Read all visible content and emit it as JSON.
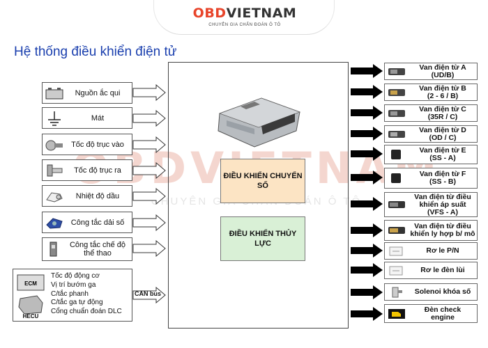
{
  "header": {
    "logo_part1": "OBD",
    "logo_part2": "VIETNAM",
    "logo_tagline": "CHUYÊN GIA CHẨN ĐOÁN Ô TÔ"
  },
  "title": "Hệ thống điều khiển điện tử",
  "watermark": {
    "logo": "OBDVIETNAM",
    "tagline": "CHUYÊN GIA CHẨN ĐOÁN Ô TÔ"
  },
  "inputs": [
    {
      "label": "Nguồn ắc qui",
      "icon": "battery-icon"
    },
    {
      "label": "Mát",
      "icon": "ground-icon"
    },
    {
      "label": "Tốc độ trục vào",
      "icon": "speed-sensor-icon"
    },
    {
      "label": "Tốc độ trục ra",
      "icon": "speed-sensor-icon"
    },
    {
      "label": "Nhiệt độ dầu",
      "icon": "temperature-sensor-icon"
    },
    {
      "label": "Công tắc dải số",
      "icon": "range-switch-icon"
    },
    {
      "label": "Công tắc chế độ thể thao",
      "icon": "sport-switch-icon"
    }
  ],
  "ecm": {
    "ecm_label": "ECM",
    "hecu_label": "HECU",
    "lines": [
      "Tốc độ động cơ",
      "Vị trí bướm ga",
      "C/tắc phanh",
      "C/tắc ga tự động",
      "Cổng chuẩn đoán DLC"
    ],
    "can_label": "CAN bus"
  },
  "controllers": {
    "shift": "ĐIỀU KHIỂN CHUYỂN SỐ",
    "hydraulic": "ĐIỀU KHIỂN THỦY LỰC"
  },
  "outputs": [
    {
      "line1": "Van điện từ A",
      "line2": "(UD/B)",
      "icon": "solenoid-icon"
    },
    {
      "line1": "Van điện từ B",
      "line2": "(2 - 6 / B)",
      "icon": "solenoid-icon"
    },
    {
      "line1": "Van điện từ C",
      "line2": "(35R / C)",
      "icon": "solenoid-icon"
    },
    {
      "line1": "Van điện từ D",
      "line2": "(OD / C)",
      "icon": "solenoid-icon"
    },
    {
      "line1": "Van điện từ E",
      "line2": "(SS - A)",
      "icon": "solenoid-icon"
    },
    {
      "line1": "Van điện từ F",
      "line2": "(SS - B)",
      "icon": "solenoid-icon"
    },
    {
      "line1": "Van điện từ điều",
      "line2": "khiển áp suất",
      "line3": "(VFS - A)",
      "icon": "solenoid-icon"
    },
    {
      "line1": "Van điện từ điều",
      "line2": "khiển ly hợp b/ mô",
      "icon": "solenoid-icon"
    },
    {
      "line1": "Rơ le P/N",
      "line2": "",
      "icon": "relay-icon"
    },
    {
      "line1": "Rơ le đèn lùi",
      "line2": "",
      "icon": "relay-icon"
    },
    {
      "line1": "Solenoi khóa số",
      "line2": "",
      "icon": "lock-solenoid-icon"
    },
    {
      "line1": "Đèn check",
      "line2": "engine",
      "icon": "check-engine-icon"
    }
  ]
}
